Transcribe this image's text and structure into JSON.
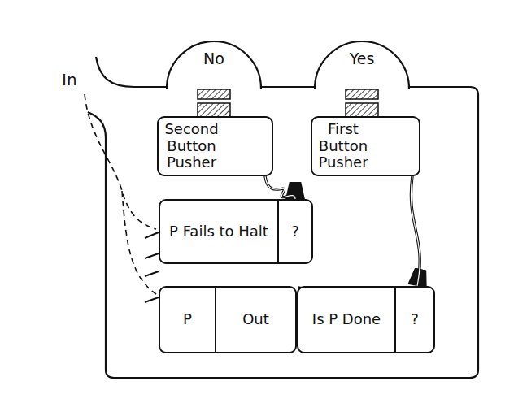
{
  "diagram": {
    "nodes": [
      {
        "text": [
          "No"
        ]
      },
      {
        "text": [
          "Yes"
        ]
      },
      {
        "text": [
          "Second Button Pusher"
        ]
      },
      {
        "text": [
          "First Button Pusher"
        ]
      },
      {
        "text": [
          "P Fails to Halt",
          "?"
        ]
      },
      {
        "text": [
          "P",
          "Out"
        ]
      },
      {
        "text": [
          "Is P Done",
          "?"
        ]
      }
    ],
    "edges": [
      {
        "from": 2,
        "to": 4,
        "arrow": "to"
      },
      {
        "from": 3,
        "to": 6,
        "arrow": "to"
      }
    ],
    "labels": [
      "In"
    ]
  }
}
